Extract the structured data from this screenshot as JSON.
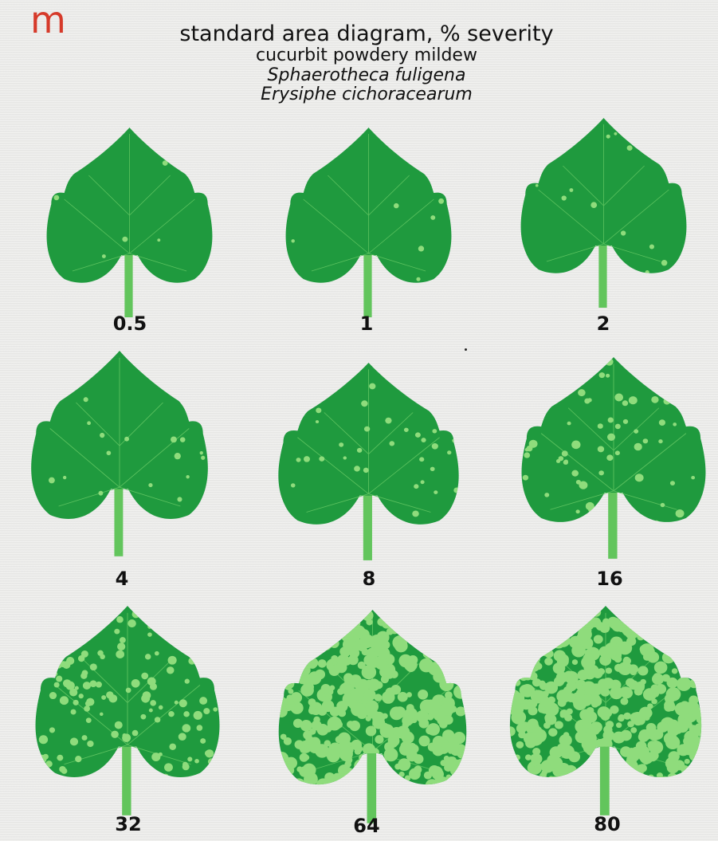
{
  "header": {
    "panel_letter": "m",
    "title": "standard area diagram, % severity",
    "subtitle": "cucurbit powdery mildew",
    "species": [
      "Sphaerotheca fuligena",
      "Erysiphe cichoracearum"
    ]
  },
  "colors": {
    "leaf": "#1f9a3e",
    "lesion": "#8fdc7c",
    "vein": "#5cc25f",
    "petiole": "#62c55c",
    "title_letter": "#d63a2a"
  },
  "panels": [
    {
      "label": "0.5",
      "severity": 0.5
    },
    {
      "label": "1",
      "severity": 1
    },
    {
      "label": "2",
      "severity": 2
    },
    {
      "label": "4",
      "severity": 4
    },
    {
      "label": "8",
      "severity": 8
    },
    {
      "label": "16",
      "severity": 16
    },
    {
      "label": "32",
      "severity": 32
    },
    {
      "label": "64",
      "severity": 64
    },
    {
      "label": "80",
      "severity": 80
    }
  ]
}
